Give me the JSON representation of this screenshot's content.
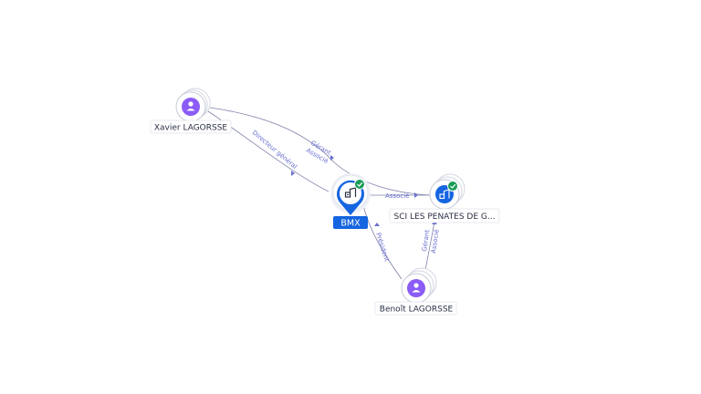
{
  "colors": {
    "person": "#8b5cf6",
    "company": "#1565e0",
    "verified": "#1a9b58",
    "edge": "#7e82a8",
    "edge_label": "#6a6fd0"
  },
  "nodes": {
    "xavier": {
      "label": "Xavier LAGORSSE",
      "icon": "person-icon"
    },
    "bmx": {
      "label": "BMX",
      "icon": "building-icon"
    },
    "sci": {
      "label": "SCI LES PENATES DE G...",
      "icon": "building-icon"
    },
    "benoit": {
      "label": "Benoît LAGORSSE",
      "icon": "person-icon"
    }
  },
  "edges": {
    "xavier_sci_gerant": "Gérant",
    "xavier_sci_associe": "Associé",
    "xavier_bmx": "Directeur général",
    "bmx_sci": "Associé",
    "benoit_bmx": "Président",
    "benoit_sci_gerant": "Gérant",
    "benoit_sci_associe": "Associé"
  }
}
